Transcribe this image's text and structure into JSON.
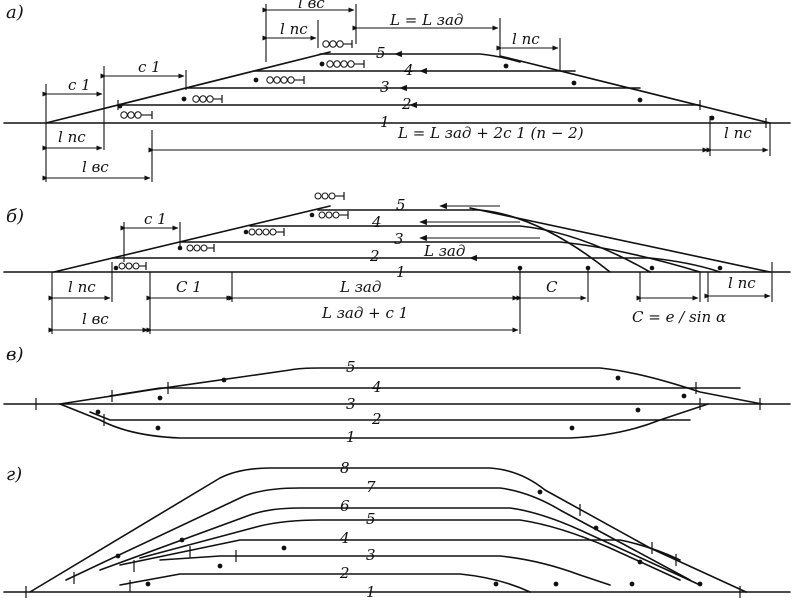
{
  "panels": {
    "a": {
      "letter": "а)",
      "tracks": [
        "1",
        "2",
        "3",
        "4",
        "5"
      ],
      "labels": {
        "l_vs_top": "l вс",
        "l_ps_top": "l пс",
        "L_zad_top": "L = L зад",
        "l_ps_right": "l пс",
        "c1_left": "c 1",
        "c1_right": "c 1",
        "l_ps_left": "l пс",
        "l_vs_left": "l вс",
        "L_formula": "L = L зад + 2c 1 (n − 2)",
        "l_ps_end": "l пс"
      }
    },
    "b": {
      "letter": "б)",
      "tracks": [
        "1",
        "2",
        "3",
        "4",
        "5"
      ],
      "labels": {
        "c1_top": "c 1",
        "L_zad_track": "L зад",
        "l_ps": "l пс",
        "l_vs": "l вс",
        "c1_mid": "C 1",
        "L_zad_dim": "L зад",
        "L_zad_c1": "L зад + c 1",
        "C_dim": "C",
        "C_formula": "C = e / sin α",
        "l_ps_right": "l пс"
      }
    },
    "v": {
      "letter": "в)",
      "tracks": [
        "1",
        "2",
        "3",
        "4",
        "5"
      ]
    },
    "g": {
      "letter": "г)",
      "tracks": [
        "1",
        "2",
        "3",
        "4",
        "5",
        "6",
        "7",
        "8"
      ]
    }
  }
}
